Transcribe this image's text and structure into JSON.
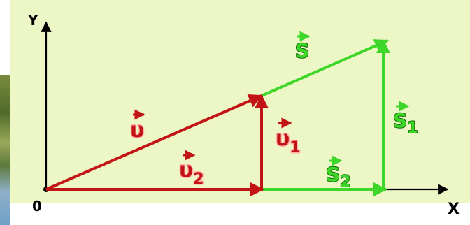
{
  "axes": {
    "x_label": "X",
    "y_label": "Y",
    "origin_label": "0"
  },
  "vectors": {
    "v": {
      "label": "υ",
      "sub": ""
    },
    "v1": {
      "label": "υ",
      "sub": "1"
    },
    "v2": {
      "label": "υ",
      "sub": "2"
    },
    "s": {
      "label": "S",
      "sub": ""
    },
    "s1": {
      "label": "S",
      "sub": "1"
    },
    "s2": {
      "label": "S",
      "sub": "2"
    }
  },
  "colors": {
    "background": "#ecf7c5",
    "axis": "#000000",
    "velocity": "#c21414",
    "displacement": "#3fd62a",
    "velocity_text_stroke": "#ffb0a8",
    "displacement_text_stroke": "#0d6a00"
  }
}
